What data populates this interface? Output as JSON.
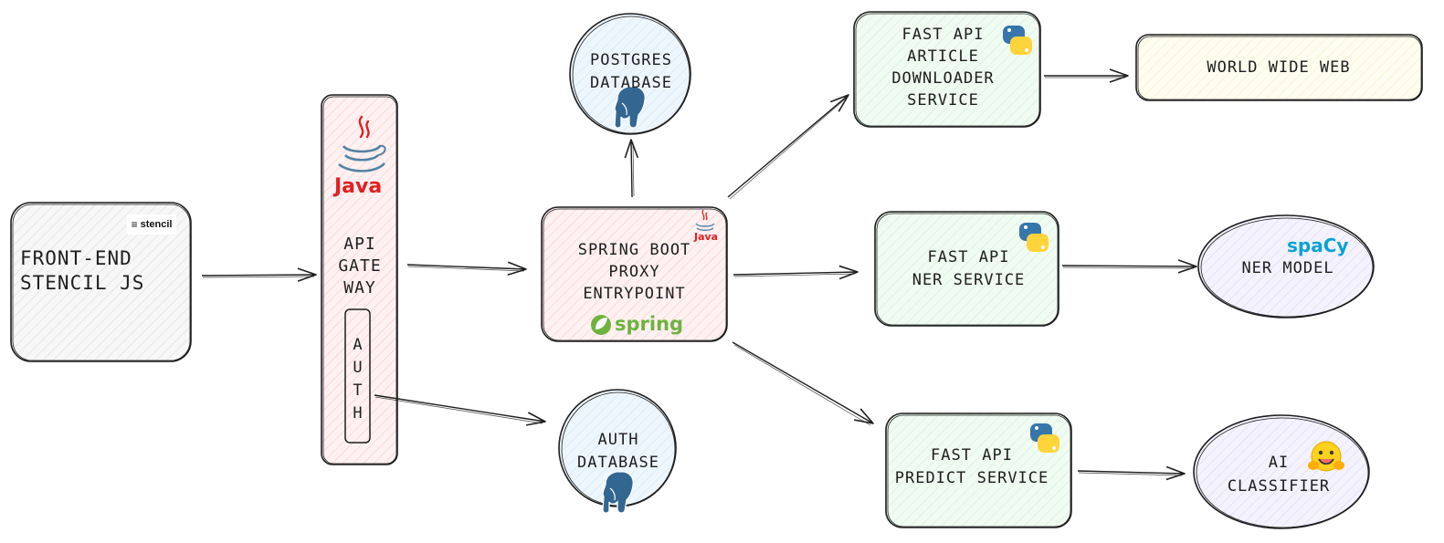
{
  "nodes": {
    "frontend": {
      "label": "FRONT-END\nSTENCIL JS",
      "badge": "stencil"
    },
    "gateway": {
      "label": "API\nGATE\nWAY",
      "logo_text": "Java"
    },
    "auth": {
      "letters": [
        "A",
        "U",
        "T",
        "H"
      ]
    },
    "spring": {
      "label": "SPRING BOOT\nPROXY\nENTRYPOINT",
      "logo_text": "Java",
      "spring_text": "spring"
    },
    "postgres": {
      "label": "POSTGRES\nDATABASE"
    },
    "auth_db": {
      "label": "AUTH\nDATABASE"
    },
    "downloader": {
      "label": "FAST API\nARTICLE\nDOWNLOADER\nSERVICE"
    },
    "ner": {
      "label": "FAST API\nNER SERVICE"
    },
    "predict": {
      "label": "FAST API\nPREDICT SERVICE"
    },
    "www": {
      "label": "WORLD WIDE WEB"
    },
    "ner_model": {
      "label": "NER MODEL",
      "logo_text": "spaCy"
    },
    "classifier": {
      "label": "AI\nCLASSIFIER"
    }
  },
  "colors": {
    "stroke": "#1e1e1e",
    "frontend_fill": "#f1f1f1",
    "gateway_fill": "#fde4e4",
    "spring_fill": "#fde4e4",
    "db_fill": "#e3f0fb",
    "service_fill": "#e7f7ea",
    "www_fill": "#fcfae3",
    "model_fill": "#ece9fb",
    "java_red": "#e11f21",
    "java_blue": "#5382a1",
    "spring_green": "#6db33f",
    "spacy_blue": "#09a3d5",
    "python_blue": "#3776ab",
    "python_yellow": "#ffd43b",
    "postgres_blue": "#336791"
  }
}
